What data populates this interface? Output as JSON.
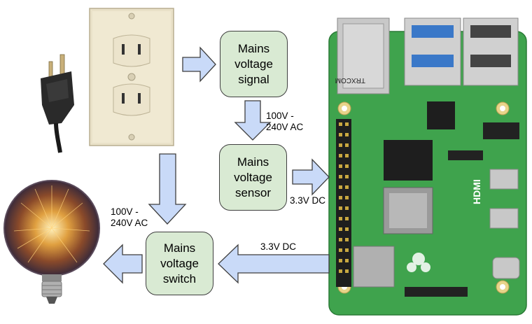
{
  "nodes": {
    "signal": "Mains\nvoltage\nsignal",
    "sensor": "Mains\nvoltage\nsensor",
    "switch": "Mains\nvoltage\nswitch"
  },
  "labels": {
    "ac_sensor": "100V -\n240V AC",
    "dc_sensor": "3.3V DC",
    "ac_switch": "100V -\n240V AC",
    "dc_switch": "3.3V DC"
  },
  "pi_text": {
    "hdmi": "HDMI",
    "brand": "TRXCOM"
  },
  "colors": {
    "box_fill": "#d9ead3",
    "arrow_fill": "#c9daf8",
    "pcb": "#3fa34d"
  }
}
